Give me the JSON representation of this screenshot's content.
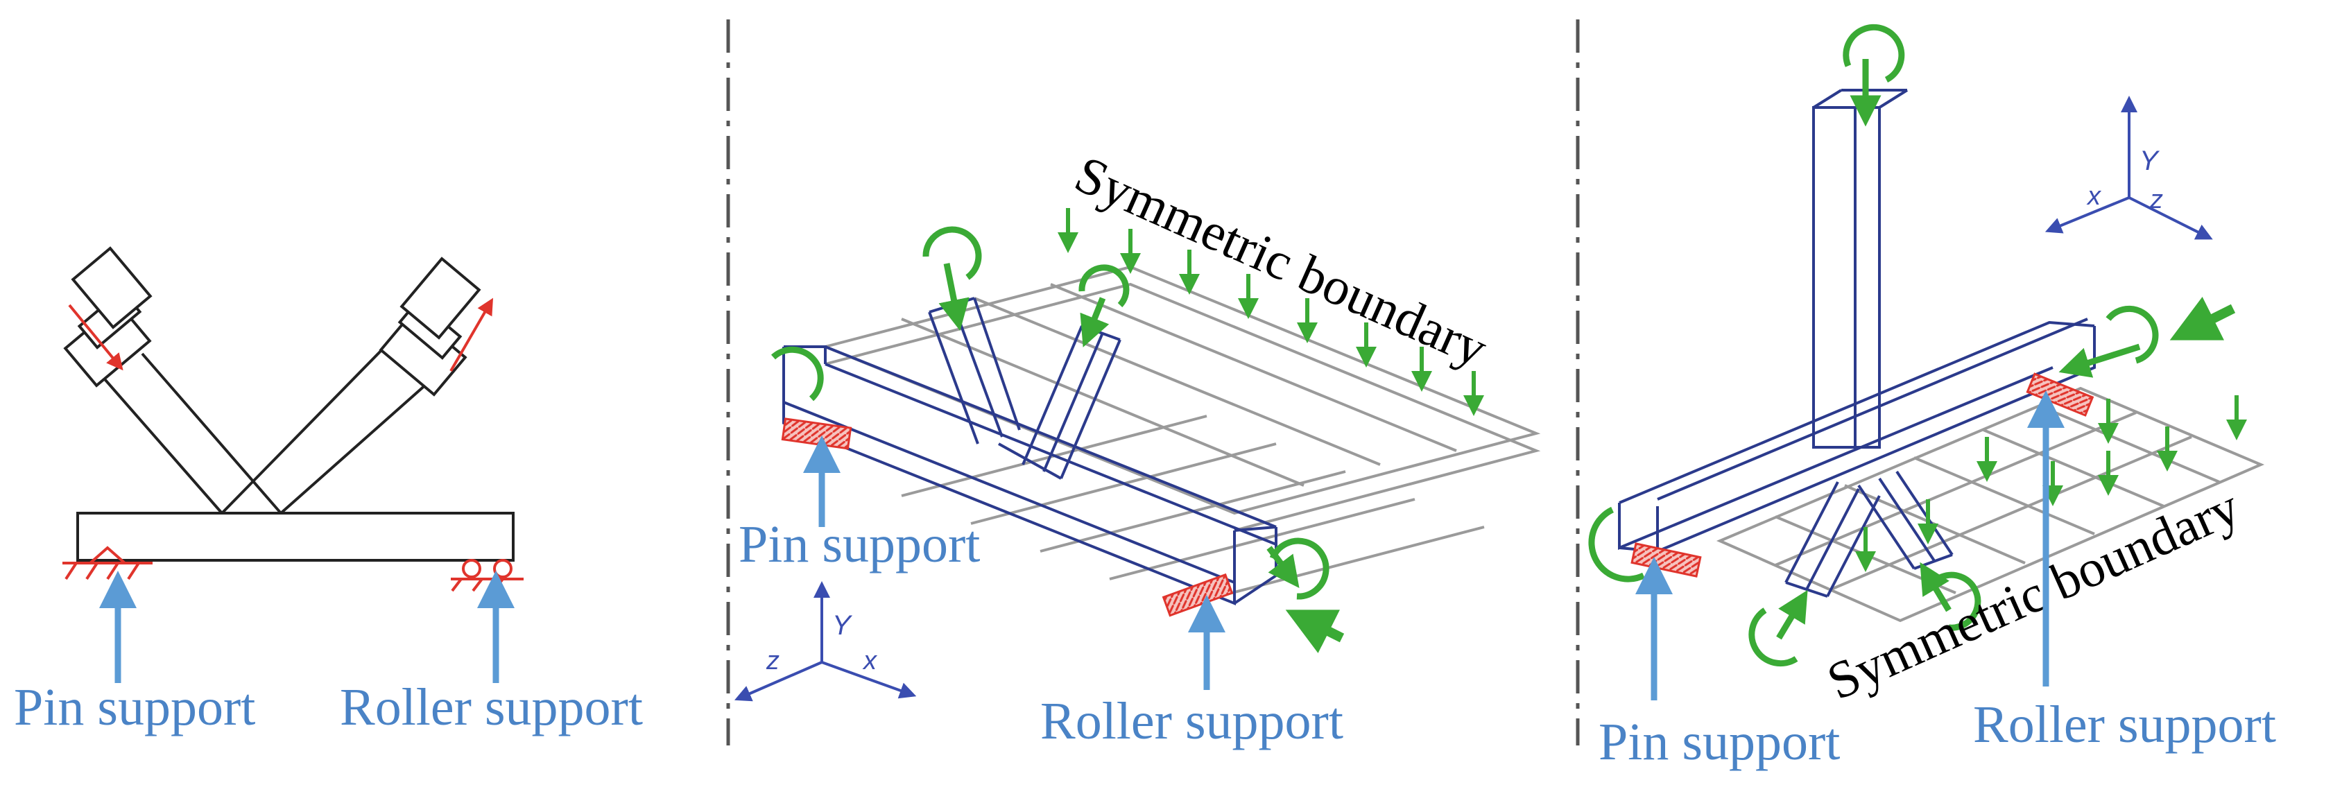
{
  "colors": {
    "label_blue": "#4a83c6",
    "arrow_blue": "#5b9bd5",
    "frame_navy": "#2b3a8c",
    "member_gray": "#9a9a9a",
    "support_red": "#e0342c",
    "load_green": "#3aaa35",
    "divider": "#555555"
  },
  "panels": [
    {
      "id": "panel-2d",
      "labels": {
        "pin": "Pin support",
        "roller": "Roller support"
      }
    },
    {
      "id": "panel-3d-a",
      "labels": {
        "pin": "Pin support",
        "roller": "Roller support",
        "symmetric": "Symmetric boundary"
      },
      "axes": {
        "y": "Y",
        "z": "z",
        "x": "x"
      }
    },
    {
      "id": "panel-3d-b",
      "labels": {
        "pin": "Pin support",
        "roller": "Roller support",
        "symmetric": "Symmetric boundary"
      },
      "axes": {
        "y": "Y",
        "x": "x",
        "z": "z"
      }
    }
  ]
}
